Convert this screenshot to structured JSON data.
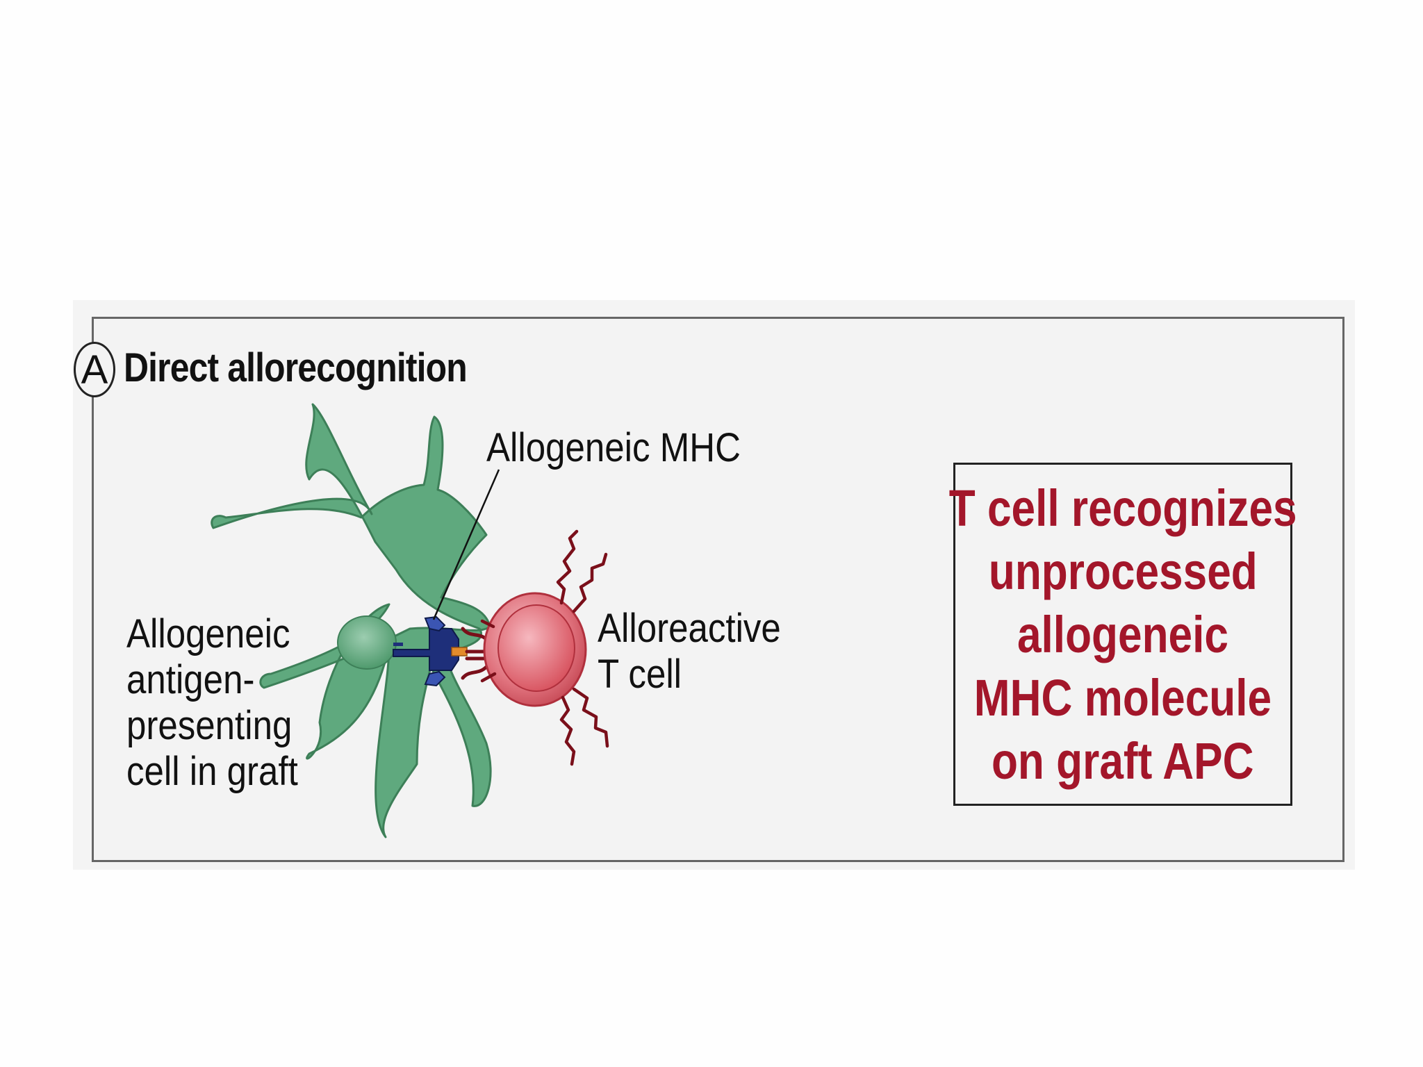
{
  "panel": {
    "badge": "A",
    "title": "Direct allorecognition"
  },
  "labels": {
    "mhc": "Allogeneic MHC",
    "apc": [
      "Allogeneic",
      "antigen-",
      "presenting",
      "cell in graft"
    ],
    "tcell": [
      "Alloreactive",
      "T cell"
    ]
  },
  "callout": {
    "lines": [
      "T cell recognizes",
      "unprocessed",
      "allogeneic",
      "MHC molecule",
      "on graft APC"
    ]
  },
  "colors": {
    "apc_cell": "#5fa97e",
    "apc_outline": "#3d7f58",
    "t_cell": "#e58a92",
    "t_cell_outline": "#b0303d",
    "receptor": "#7a0f1a",
    "mhc": "#1e2f7a",
    "peptide": "#e38b2c",
    "callout_text": "#a3162a"
  }
}
